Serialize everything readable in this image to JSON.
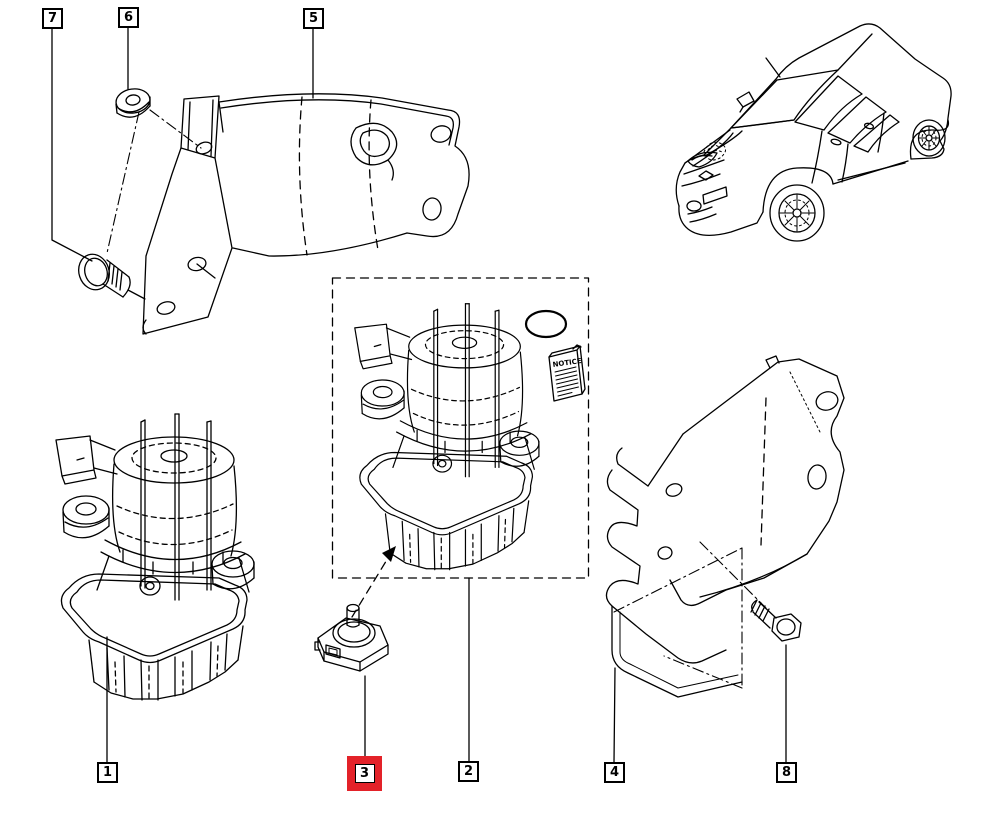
{
  "diagram": {
    "background_color": "#ffffff",
    "line_color": "#000000",
    "highlight_color": "#e32229",
    "callouts": [
      {
        "label": "7",
        "highlighted": false
      },
      {
        "label": "6",
        "highlighted": false
      },
      {
        "label": "5",
        "highlighted": false
      },
      {
        "label": "1",
        "highlighted": false
      },
      {
        "label": "3",
        "highlighted": true
      },
      {
        "label": "2",
        "highlighted": false
      },
      {
        "label": "4",
        "highlighted": false
      },
      {
        "label": "8",
        "highlighted": false
      }
    ],
    "leaflet": {
      "title": "NOTICE"
    }
  }
}
